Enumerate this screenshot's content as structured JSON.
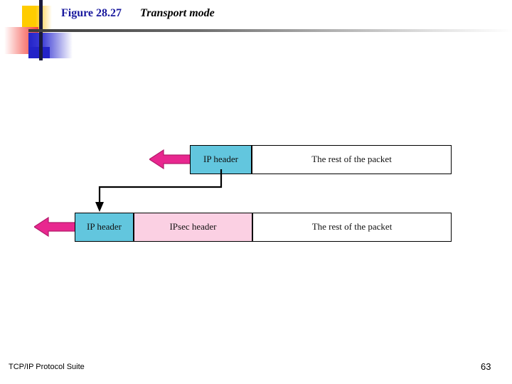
{
  "slide": {
    "title": {
      "figure_label": "Figure 28.27",
      "caption": "Transport mode"
    },
    "footer": {
      "text": "TCP/IP Protocol Suite",
      "page_number": "63"
    }
  },
  "diagram": {
    "rows": [
      {
        "name": "original-packet",
        "boxes": [
          {
            "label": "IP header",
            "fill": "#62C6DE"
          },
          {
            "label": "The rest of the packet",
            "fill": "#FFFFFF"
          }
        ]
      },
      {
        "name": "transport-mode-packet",
        "boxes": [
          {
            "label": "IP header",
            "fill": "#62C6DE"
          },
          {
            "label": "IPsec header",
            "fill": "#FBD0E3"
          },
          {
            "label": "The rest of the packet",
            "fill": "#FFFFFF"
          }
        ]
      }
    ],
    "arrow_color": "#E8278F",
    "border_color": "#000000"
  },
  "colors": {
    "title_blue": "#19199E",
    "deco_yellow": "#FFCC00",
    "deco_red": "#F4433C",
    "deco_blue": "#2323C8",
    "cyan": "#62C6DE",
    "pink": "#FBD0E3",
    "magenta": "#E8278F"
  }
}
